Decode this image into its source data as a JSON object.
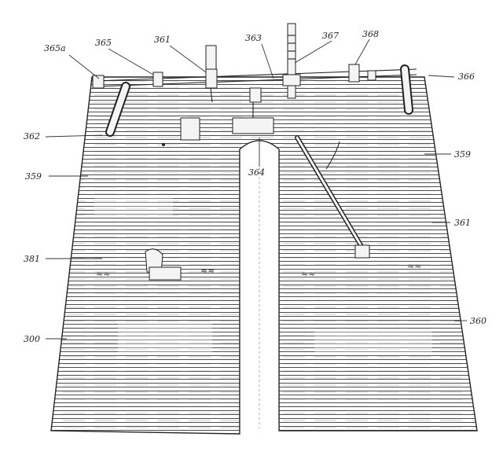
{
  "figure": {
    "reference_numerals": {
      "n365a": "365a",
      "n365": "365",
      "n361": "361",
      "n363": "363",
      "n367": "367",
      "n368": "368",
      "n366": "366",
      "n362": "362",
      "n364": "364",
      "n359_left": "359",
      "n359_right": "359",
      "n361_right": "361",
      "n381": "381",
      "n300": "300",
      "n360": "360"
    },
    "icons": [
      "board-icon",
      "clamp-icon",
      "rod-icon",
      "bolt-icon",
      "handle-icon"
    ],
    "ink_color": "#222222",
    "paper_color": "#ffffff"
  }
}
